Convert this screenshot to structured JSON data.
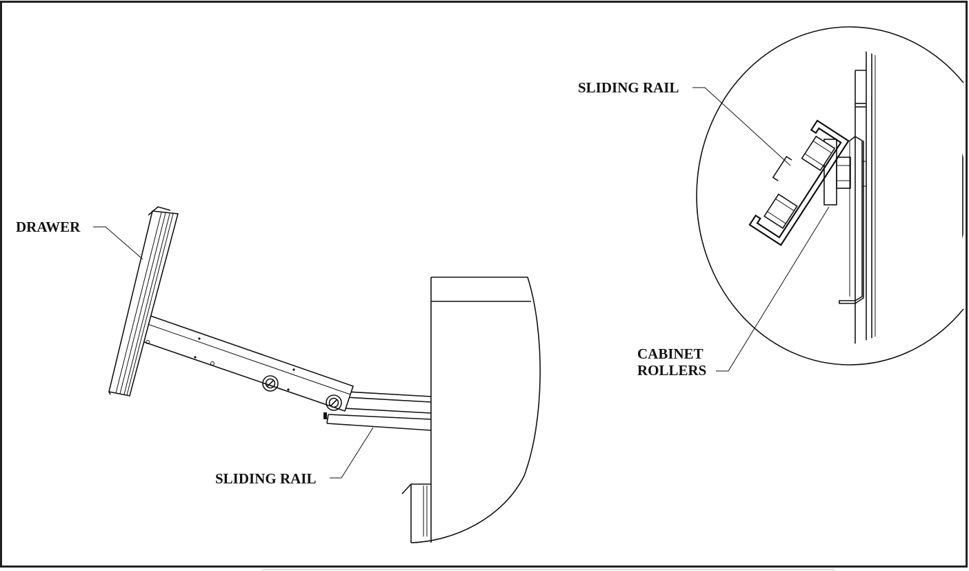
{
  "labels": {
    "drawer": "DRAWER",
    "sliding_rail_main": "SLIDING RAIL",
    "sliding_rail_detail": "SLIDING RAIL",
    "cabinet_rollers_line1": "CABINET",
    "cabinet_rollers_line2": "ROLLERS"
  },
  "colors": {
    "line": "#111111",
    "paper": "#ffffff",
    "border": "#222222"
  }
}
